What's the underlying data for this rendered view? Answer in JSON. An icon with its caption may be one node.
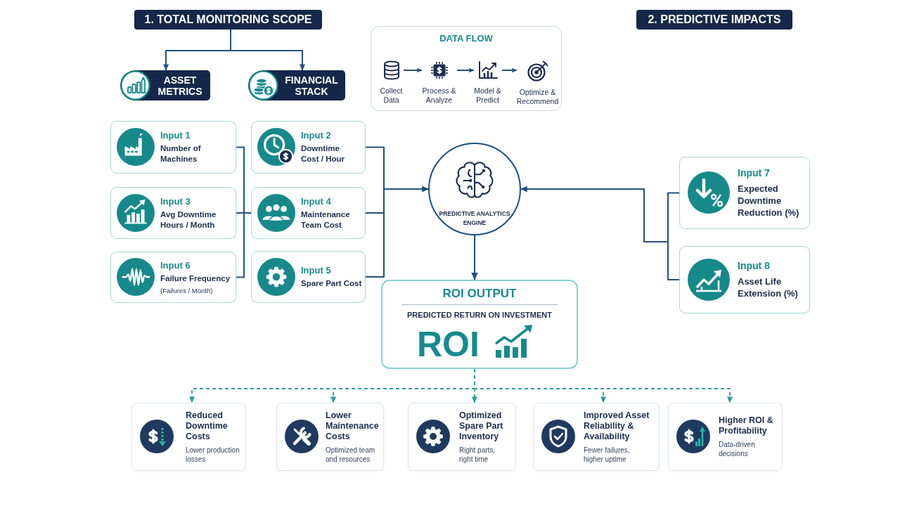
{
  "diagram": {
    "nodes": [
      {
        "text": [
          "1. TOTAL MONITORING SCOPE"
        ]
      },
      {
        "text": [
          "DATA FLOW"
        ]
      },
      {
        "text": [
          "Collect Data"
        ],
        "in": 1
      },
      {
        "text": [
          "Process & Analyze"
        ],
        "in": 1
      },
      {
        "text": [
          "Model & Predict"
        ],
        "in": 1
      },
      {
        "text": [
          "Optimize & Recommend"
        ],
        "in": 1
      },
      {
        "text": [
          "2. PREDICTIVE IMPACTS"
        ]
      },
      {
        "text": [
          "ASSET METRICS"
        ]
      },
      {
        "text": [
          "FINANCIAL STACK"
        ]
      },
      {
        "text": [
          "Input 1",
          "Number of Machines"
        ]
      },
      {
        "text": [
          "Input 2",
          "Downtime Cost / Hour"
        ]
      },
      {
        "text": [
          "PREDICTIVE ANALYTICS ENGINE"
        ]
      },
      {
        "text": [
          "Input 7",
          "Expected Downtime Reduction (%)"
        ]
      },
      {
        "text": [
          "Input 3",
          "Avg Downtime Hours / Month"
        ]
      },
      {
        "text": [
          "Input 4",
          "Maintenance Team Cost"
        ]
      },
      {
        "text": [
          "Input 6",
          "Failure Frequency",
          "(Failures / Month)"
        ]
      },
      {
        "text": [
          "Input 5",
          "Spare Part Cost"
        ]
      },
      {
        "text": [
          "Input 8",
          "Asset Life Extension (%)"
        ]
      },
      {
        "text": [
          "ROI OUTPUT",
          "PREDICTED RETURN ON INVESTMENT",
          "ROI"
        ]
      },
      {
        "text": [
          "Reduced Downtime Costs",
          "Lower production losses"
        ]
      },
      {
        "text": [
          "Lower Maintenance Costs",
          "Optimized team and resources"
        ]
      },
      {
        "text": [
          "Optimized Spare Part Inventory",
          "Right parts, right time"
        ]
      },
      {
        "text": [
          "Improved Asset Reliability & Availability",
          "Fewer failures, higher uptime"
        ]
      },
      {
        "text": [
          "Higher ROI & Profitability",
          "Data-driven decisions"
        ]
      }
    ],
    "edges": [
      {
        "from": 0,
        "to": 7,
        "arrow": "to"
      },
      {
        "from": 0,
        "to": 8,
        "arrow": "to"
      },
      {
        "from": 2,
        "to": 3,
        "arrow": "to"
      },
      {
        "from": 3,
        "to": 4,
        "arrow": "to"
      },
      {
        "from": 4,
        "to": 5,
        "arrow": "to"
      },
      {
        "from": 9,
        "to": 14,
        "arrow": "none"
      },
      {
        "from": 13,
        "to": 14,
        "arrow": "none"
      },
      {
        "from": 15,
        "to": 14,
        "arrow": "none"
      },
      {
        "from": 10,
        "to": 11,
        "arrow": "to"
      },
      {
        "from": 14,
        "to": 11,
        "arrow": "to"
      },
      {
        "from": 16,
        "to": 11,
        "arrow": "to"
      },
      {
        "from": 12,
        "to": 11,
        "arrow": "to"
      },
      {
        "from": 17,
        "to": 11,
        "arrow": "to"
      },
      {
        "from": 11,
        "to": 18,
        "arrow": "to"
      },
      {
        "from": 18,
        "to": 19,
        "arrow": "to",
        "style": "dashed",
        "color": "#2a9d9d"
      },
      {
        "from": 18,
        "to": 20,
        "arrow": "to",
        "style": "dashed",
        "color": "#2a9d9d"
      },
      {
        "from": 18,
        "to": 21,
        "arrow": "to",
        "style": "dashed",
        "color": "#2a9d9d"
      },
      {
        "from": 18,
        "to": 22,
        "arrow": "to",
        "style": "dashed",
        "color": "#2a9d9d"
      },
      {
        "from": 18,
        "to": 23,
        "arrow": "to",
        "style": "dashed",
        "color": "#2a9d9d"
      }
    ]
  }
}
